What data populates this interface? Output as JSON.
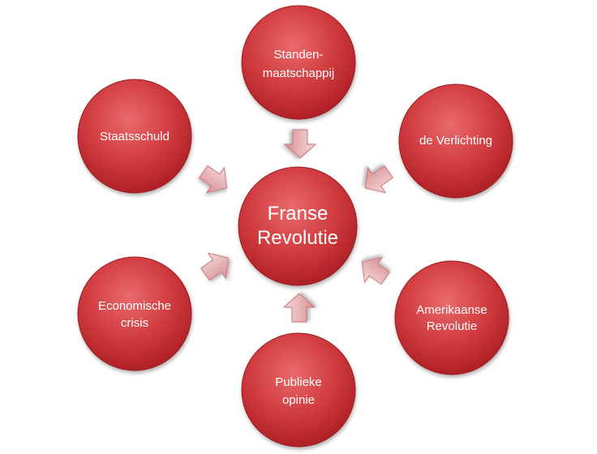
{
  "center": {
    "lines": [
      "Franse",
      "Revolutie"
    ]
  },
  "causes": [
    {
      "id": "standen",
      "lines": [
        "Standen-",
        "maatschappij"
      ]
    },
    {
      "id": "verlichting",
      "lines": [
        "de Verlichting"
      ]
    },
    {
      "id": "amerikaanse",
      "lines": [
        "Amerikaanse",
        "Revolutie"
      ]
    },
    {
      "id": "publieke",
      "lines": [
        "Publieke",
        "opinie"
      ]
    },
    {
      "id": "economische",
      "lines": [
        "Economische",
        "crisis"
      ]
    },
    {
      "id": "staatsschuld",
      "lines": [
        "Staatsschuld"
      ]
    }
  ],
  "colors": {
    "circle_light": "#ea6a6c",
    "circle_mid": "#cf3a3d",
    "circle_dark": "#a81c22",
    "circle_stroke": "#9b1b20",
    "arrow_light": "#f4dada",
    "arrow_dark": "#d98f93",
    "arrow_stroke": "#c9777c",
    "text": "#ffffff"
  }
}
